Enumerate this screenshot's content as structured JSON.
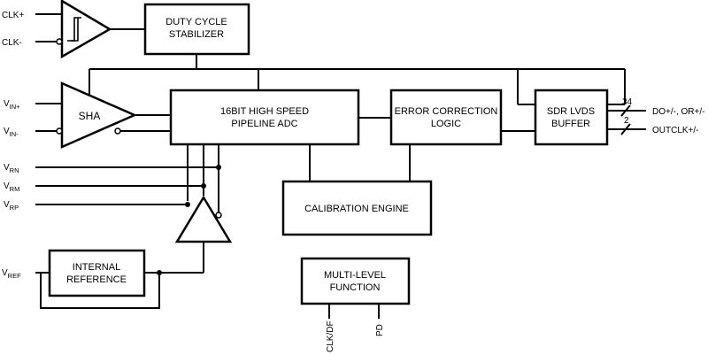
{
  "blocks": {
    "duty_cycle": [
      "DUTY CYCLE",
      "STABILIZER"
    ],
    "sha": "SHA",
    "adc": [
      "16BIT HIGH SPEED",
      "PIPELINE ADC"
    ],
    "error_correction": [
      "ERROR CORRECTION",
      "LOGIC"
    ],
    "lvds_buffer": [
      "SDR LVDS",
      "BUFFER"
    ],
    "calibration": "CALIBRATION ENGINE",
    "internal_reference": [
      "INTERNAL",
      "REFERENCE"
    ],
    "multi_level": [
      "MULTI-LEVEL",
      "FUNCTION"
    ]
  },
  "pins": {
    "clk_plus": "CLK+",
    "clk_minus": "CLK-",
    "vin_plus": {
      "base": "V",
      "sub": "IN+"
    },
    "vin_minus": {
      "base": "V",
      "sub": "IN-"
    },
    "vrn": {
      "base": "V",
      "sub": "RN"
    },
    "vrm": {
      "base": "V",
      "sub": "RM"
    },
    "vrp": {
      "base": "V",
      "sub": "RP"
    },
    "vref": {
      "base": "V",
      "sub": "REF"
    },
    "clkdf": "CLK/DF",
    "pd": "PD"
  },
  "outputs": {
    "bus1_width": "34",
    "bus1_label": "DO+/-, OR+/-",
    "bus2_width": "2",
    "bus2_label": "OUTCLK+/-"
  }
}
